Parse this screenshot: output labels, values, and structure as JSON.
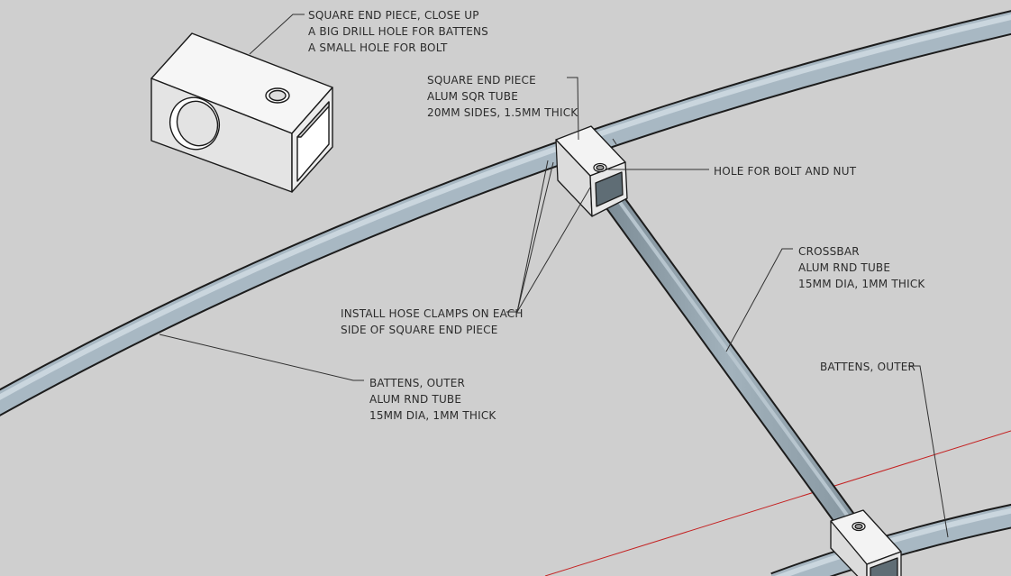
{
  "colors": {
    "background": "#cfcfcf",
    "tube_fill": "#a6b6c1",
    "tube_highlight": "#c9d5dd",
    "tube_outline": "#202020",
    "block_face": "#f1f1f1",
    "leader": "#303030",
    "axis": "#c42121"
  },
  "labels": {
    "closeup": {
      "line1": "SQUARE END PIECE, CLOSE UP",
      "line2": "A BIG DRILL HOLE FOR BATTENS",
      "line3": "A SMALL HOLE FOR BOLT"
    },
    "square_end": {
      "line1": "SQUARE END PIECE",
      "line2": "ALUM SQR TUBE",
      "line3": "20MM SIDES, 1.5MM THICK"
    },
    "bolt_hole": {
      "line1": "HOLE FOR BOLT AND NUT"
    },
    "crossbar": {
      "line1": "CROSSBAR",
      "line2": "ALUM RND TUBE",
      "line3": "15MM DIA, 1MM THICK"
    },
    "hose_clamps": {
      "line1": "INSTALL HOSE CLAMPS ON EACH",
      "line2": "SIDE OF SQUARE END PIECE"
    },
    "battens_left": {
      "line1": "BATTENS, OUTER",
      "line2": "ALUM RND TUBE",
      "line3": "15MM DIA, 1MM THICK"
    },
    "battens_right": {
      "line1": "BATTENS, OUTER"
    }
  }
}
